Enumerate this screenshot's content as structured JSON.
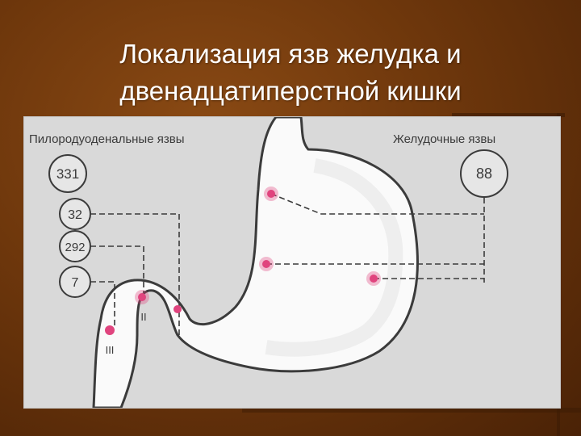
{
  "slide": {
    "title_line1": "Локализация язв желудка и",
    "title_line2": "двенадцатиперстной кишки"
  },
  "figure": {
    "left_heading": "Пилородуоденальные язвы",
    "right_heading": "Желудочные язвы",
    "left_counts": [
      "331",
      "32",
      "292",
      "7"
    ],
    "right_count": "88",
    "zone_labels": [
      "II",
      "III"
    ]
  },
  "colors": {
    "background": "#6e370c",
    "title_text": "#ffffff",
    "figure_bg": "#d9d9d9",
    "organ_fill": "#fafafa",
    "outline": "#3b3b3b",
    "ulcer_marker": "#e0447e"
  }
}
